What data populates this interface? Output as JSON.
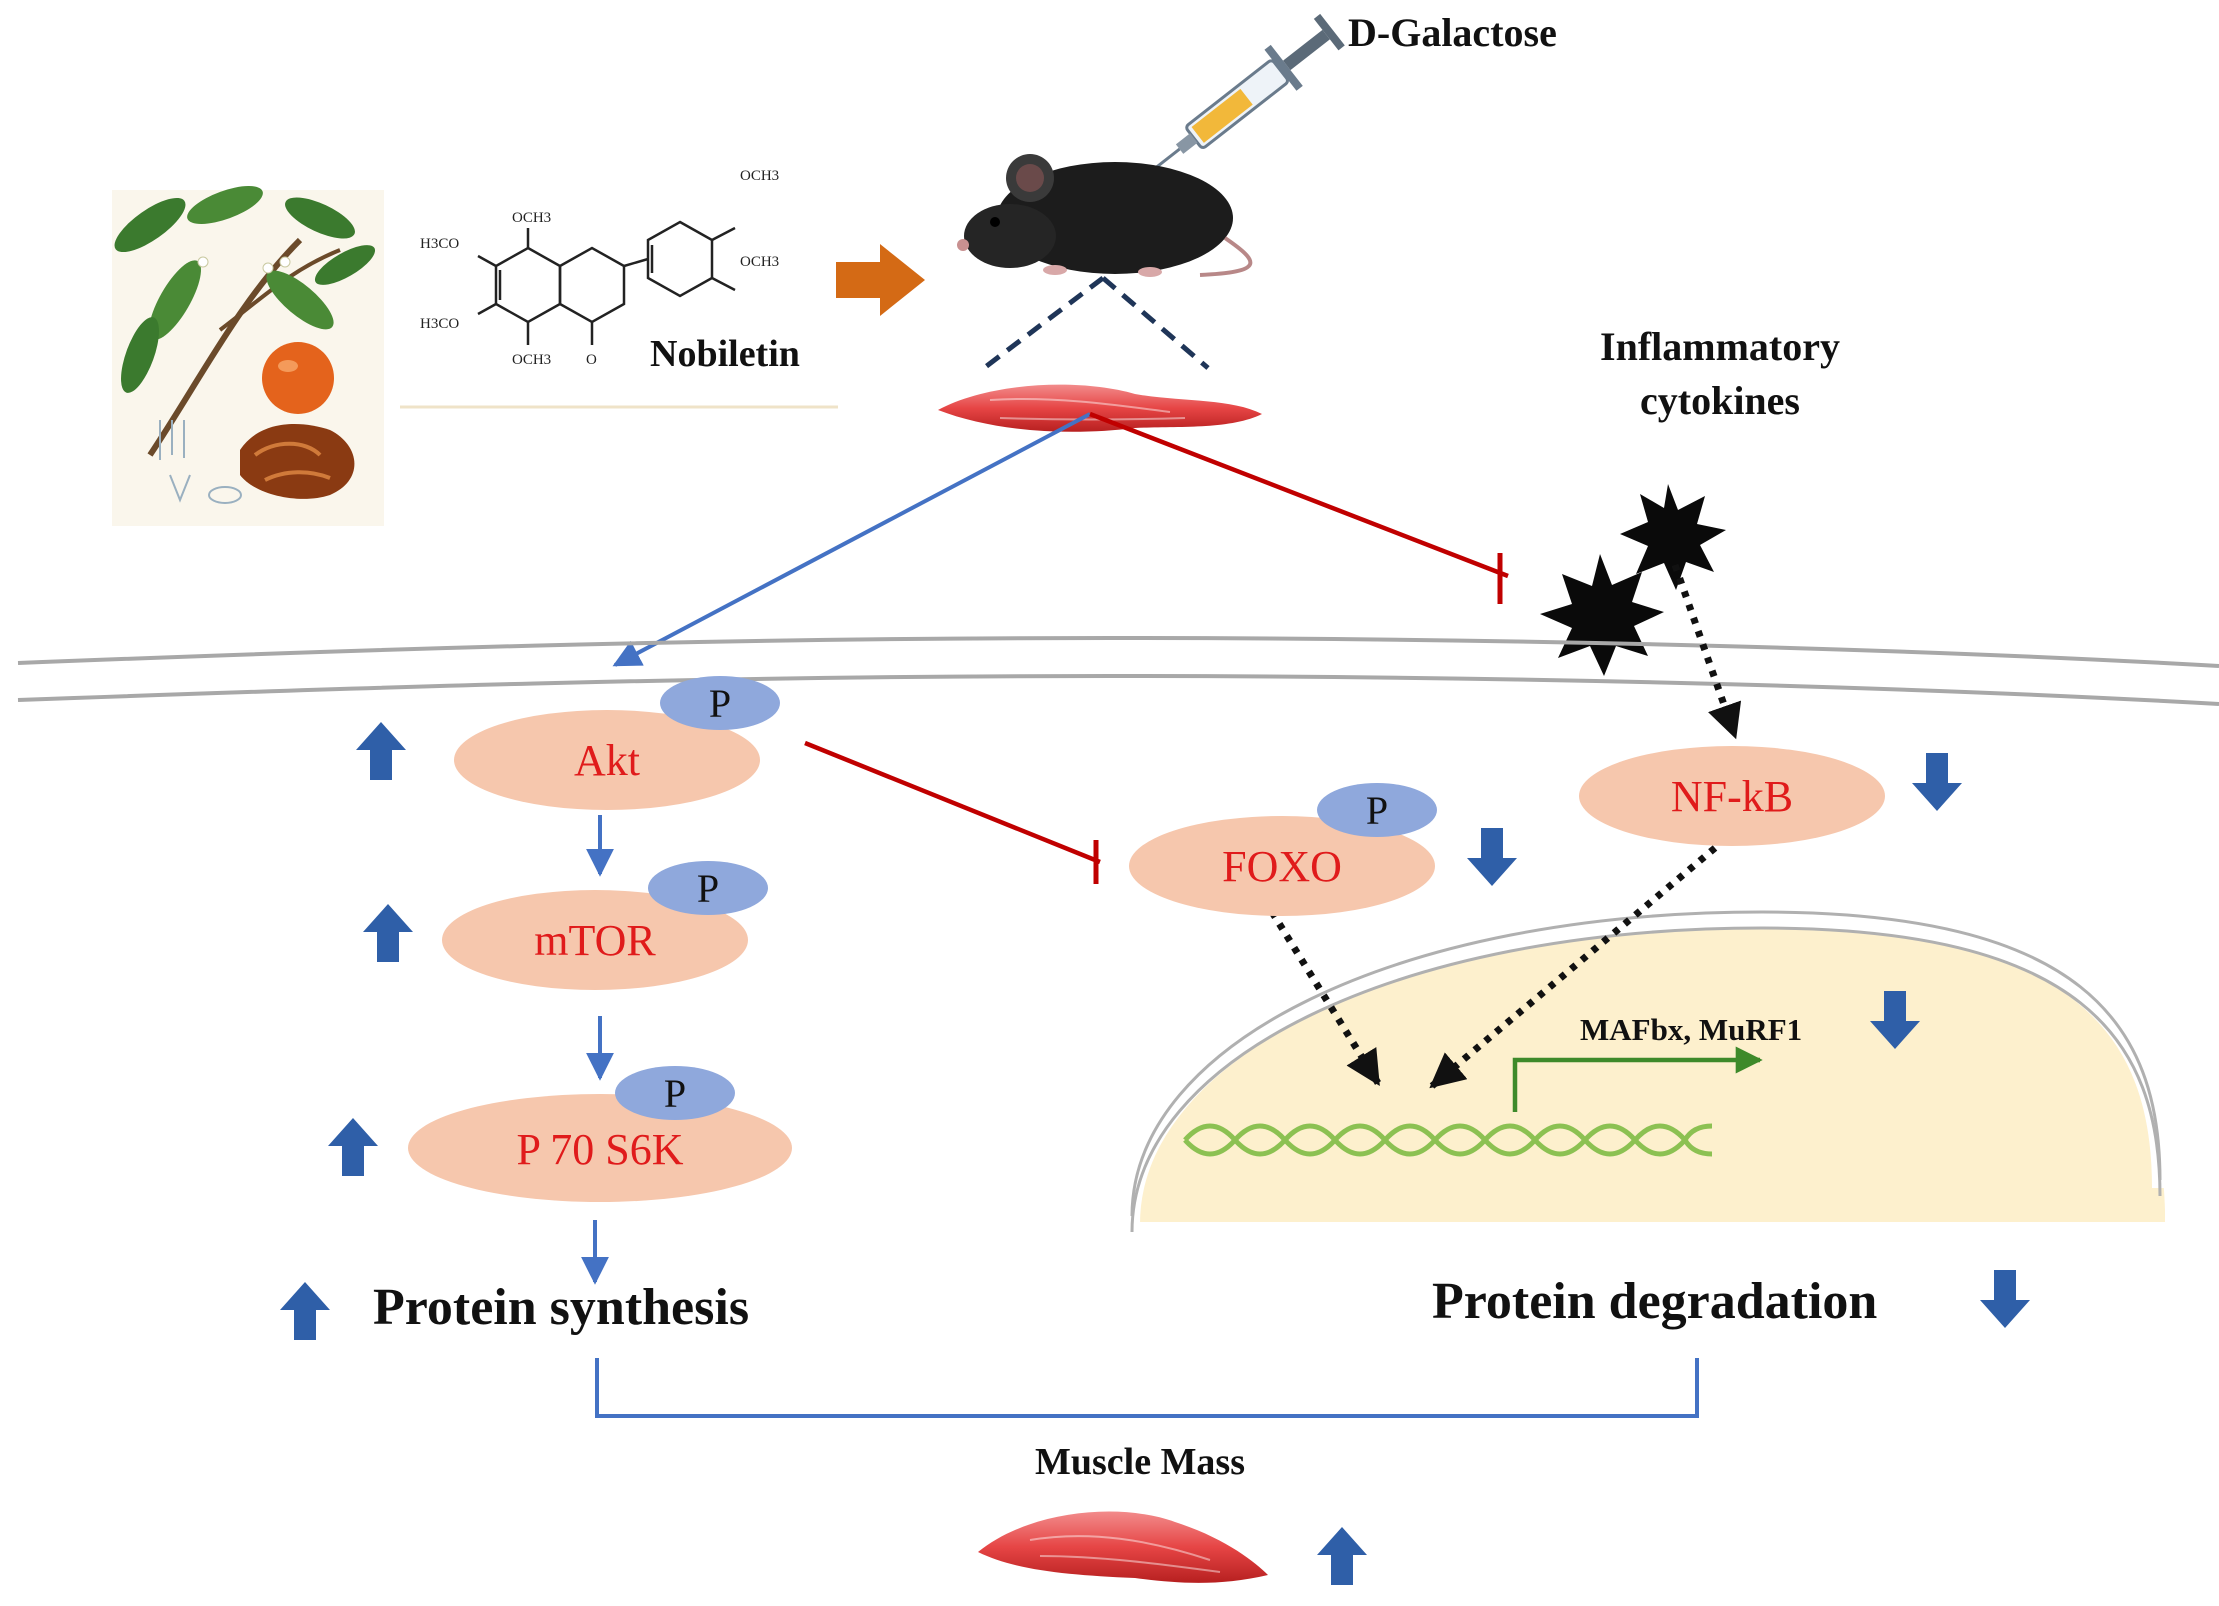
{
  "labels": {
    "d_galactose": "D-Galactose",
    "nobiletin": "Nobiletin",
    "inflammatory_line1": "Inflammatory",
    "inflammatory_line2": "cytokines",
    "phospho": "P",
    "akt": "Akt",
    "mtor": "mTOR",
    "p70s6k": "P 70 S6K",
    "foxo": "FOXO",
    "nfkb": "NF-kB",
    "target_genes": "MAFbx, MuRF1",
    "protein_synthesis": "Protein synthesis",
    "protein_degradation": "Protein degradation",
    "muscle_mass": "Muscle Mass"
  },
  "structure_labels": {
    "och3_top": "OCH3",
    "h3co_left1": "H3CO",
    "h3co_left2": "H3CO",
    "och3_bottom": "OCH3",
    "carbonyl_o": "O",
    "och3_ring1": "OCH3",
    "och3_ring2": "OCH3"
  },
  "colors": {
    "node_fill": "#f6c7ad",
    "phospho_fill": "#8fa8dc",
    "node_text": "#e01b1b",
    "activation": "#4472c4",
    "inhibition": "#c00000",
    "up_down_arrow": "#2f5fa8",
    "nucleus_fill": "#fdf0cd",
    "dna": "#8cc152",
    "transcription": "#3e8a2a",
    "membrane": "#a8a8a8",
    "orange_arrow": "#d46a15"
  },
  "icons": {
    "syringe": "syringe-icon",
    "mouse": "mouse-icon",
    "muscle": "muscle-icon",
    "cytokine": "cytokine-burst-icon",
    "plant": "citrus-plant-illustration",
    "dna": "dna-helix-icon"
  },
  "regulation": {
    "akt": "up",
    "mtor": "up",
    "p70s6k": "up",
    "protein_synthesis": "up",
    "foxo": "down",
    "nfkb": "down",
    "target_genes": "down",
    "protein_degradation": "down",
    "muscle_mass": "up"
  }
}
